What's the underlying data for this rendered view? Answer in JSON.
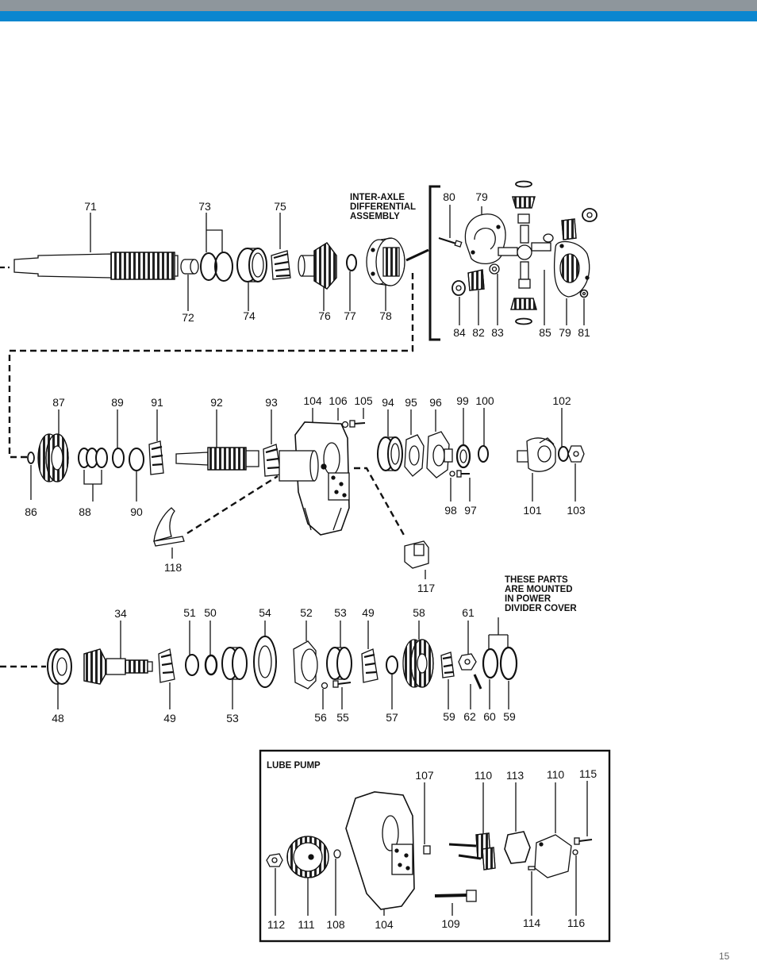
{
  "page": {
    "number": "15"
  },
  "header": {
    "grey_band_color": "#8e969c",
    "blue_band_color": "#0b86cf"
  },
  "captions": {
    "inter_axle": [
      "INTER-AXLE",
      "DIFFERENTIAL",
      "ASSEMBLY"
    ],
    "power_divider": [
      "THESE PARTS",
      "ARE MOUNTED",
      "IN POWER",
      "DIVIDER COVER"
    ],
    "lube_pump": "LUBE PUMP"
  },
  "labels": {
    "r1": [
      "71",
      "73",
      "75",
      "72",
      "74",
      "76",
      "77",
      "78"
    ],
    "diff": [
      "80",
      "79",
      "84",
      "82",
      "83",
      "85",
      "79",
      "81"
    ],
    "r2": [
      "87",
      "89",
      "91",
      "92",
      "93",
      "104",
      "106",
      "105",
      "94",
      "95",
      "96",
      "99",
      "100",
      "102",
      "86",
      "88",
      "90",
      "98",
      "97",
      "101",
      "103",
      "118",
      "117"
    ],
    "r3": [
      "34",
      "51",
      "50",
      "54",
      "52",
      "53",
      "49",
      "58",
      "61",
      "48",
      "49",
      "53",
      "56",
      "55",
      "57",
      "59",
      "62",
      "60",
      "59"
    ],
    "lube": [
      "107",
      "110",
      "113",
      "110",
      "115",
      "112",
      "111",
      "108",
      "104",
      "109",
      "114",
      "116"
    ]
  }
}
